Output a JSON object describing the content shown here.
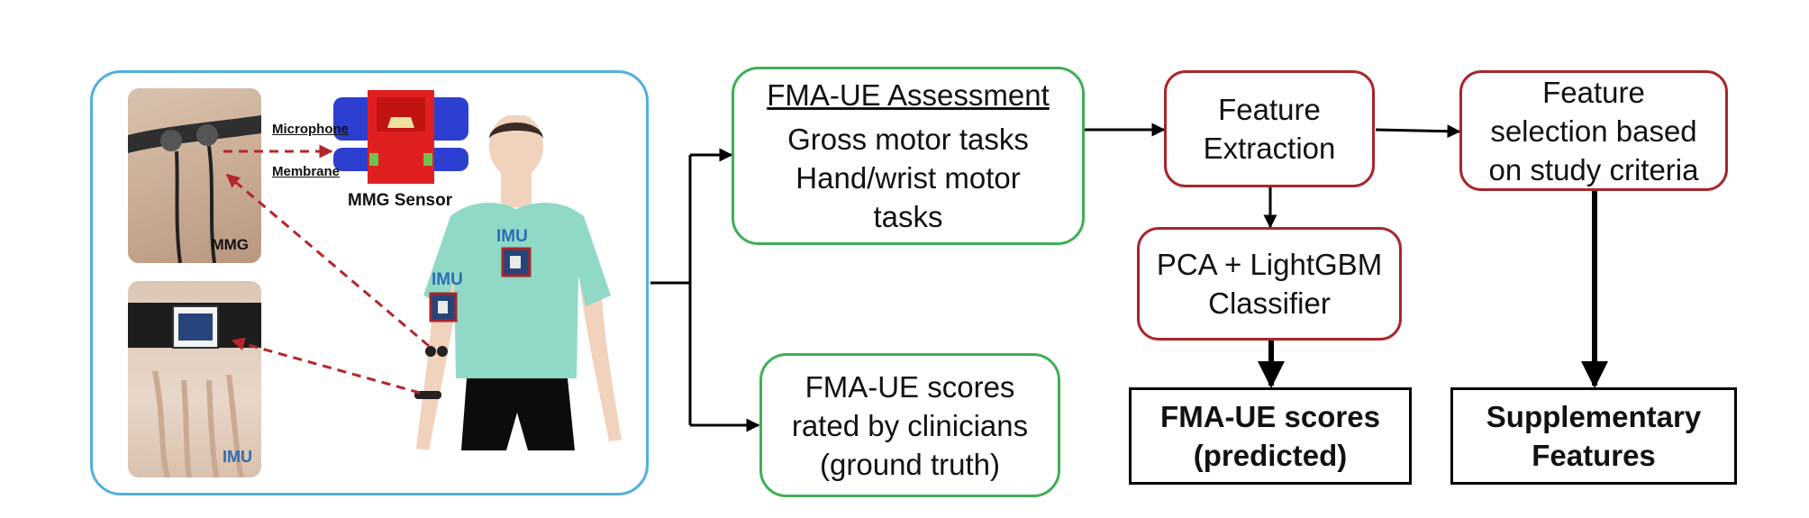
{
  "sensors": {
    "mmg_photo_label": "MMG",
    "imu_photo_label": "IMU",
    "microphone_label": "Microphone",
    "membrane_label": "Membrane",
    "mmg_sensor_label": "MMG Sensor",
    "imu_chest_label": "IMU",
    "imu_arm_label": "IMU"
  },
  "assessment": {
    "title": "FMA-UE Assessment",
    "lines": [
      "Gross motor tasks",
      "Hand/wrist motor",
      "tasks"
    ]
  },
  "scores_rated": {
    "lines": [
      "FMA-UE scores",
      "rated by clinicians",
      "(ground truth)"
    ]
  },
  "feature_extraction": {
    "lines": [
      "Feature",
      "Extraction"
    ]
  },
  "feature_selection": {
    "lines": [
      "Feature",
      "selection based",
      "on study criteria"
    ]
  },
  "classifier": {
    "lines": [
      "PCA + LightGBM",
      "Classifier"
    ]
  },
  "predicted": {
    "lines": [
      "FMA-UE scores",
      "(predicted)"
    ]
  },
  "supplementary": {
    "lines": [
      "Supplementary",
      "Features"
    ]
  },
  "colors": {
    "panel_border": "#4fb0dc",
    "green_border": "#3fae55",
    "red_border": "#a8262b",
    "dashed_arrow": "#b3262b",
    "imu_text": "#2e6db4",
    "shirt": "#8fd9c6",
    "skin": "#f0d2bd"
  }
}
